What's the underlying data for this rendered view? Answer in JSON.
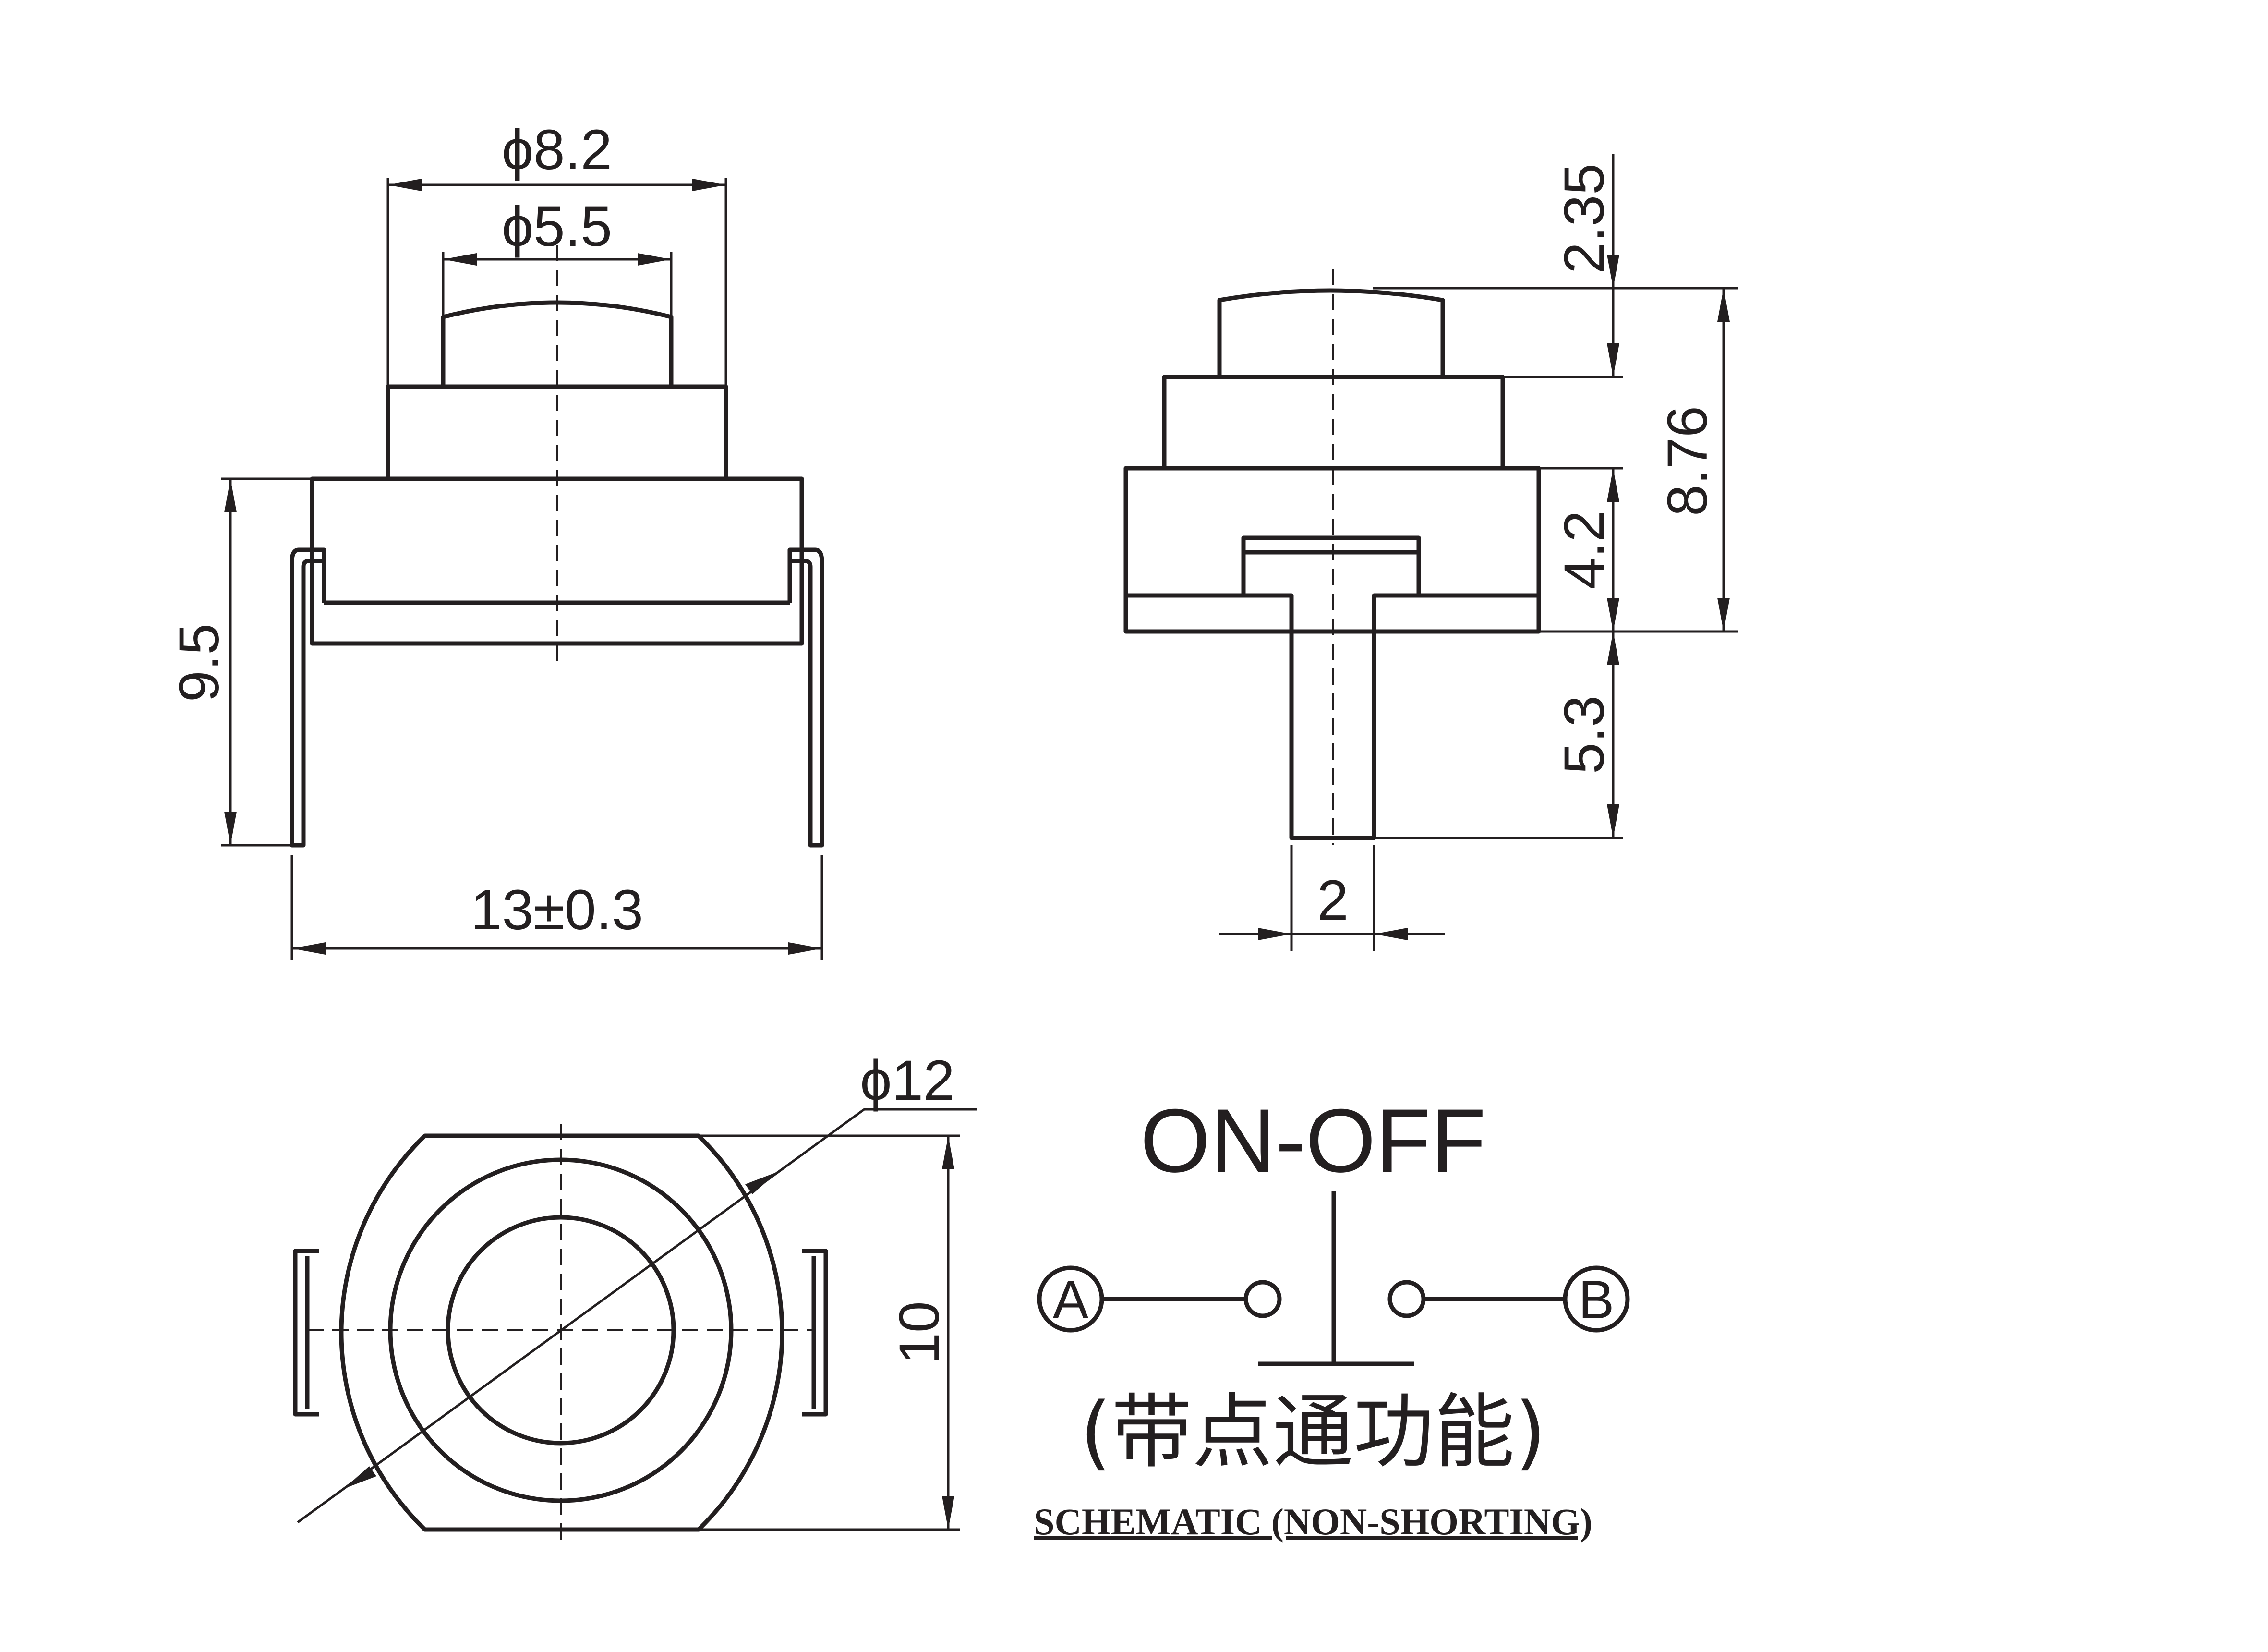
{
  "dimensions": {
    "front_outer_dia": "ϕ8.2",
    "front_inner_dia": "ϕ5.5",
    "front_height": "9.5",
    "front_width": "13±0.3",
    "side_top": "2.35",
    "side_overall": "8.76",
    "side_body": "4.2",
    "side_pin_length": "5.3",
    "side_pin_width": "2",
    "bottom_dia": "ϕ12",
    "bottom_height": "10"
  },
  "schematic": {
    "title": "ON-OFF",
    "terminal_a": "A",
    "terminal_b": "B",
    "chinese_note": "(带点通功能)",
    "caption": "SCHEMATIC (NON-SHORTING)"
  }
}
